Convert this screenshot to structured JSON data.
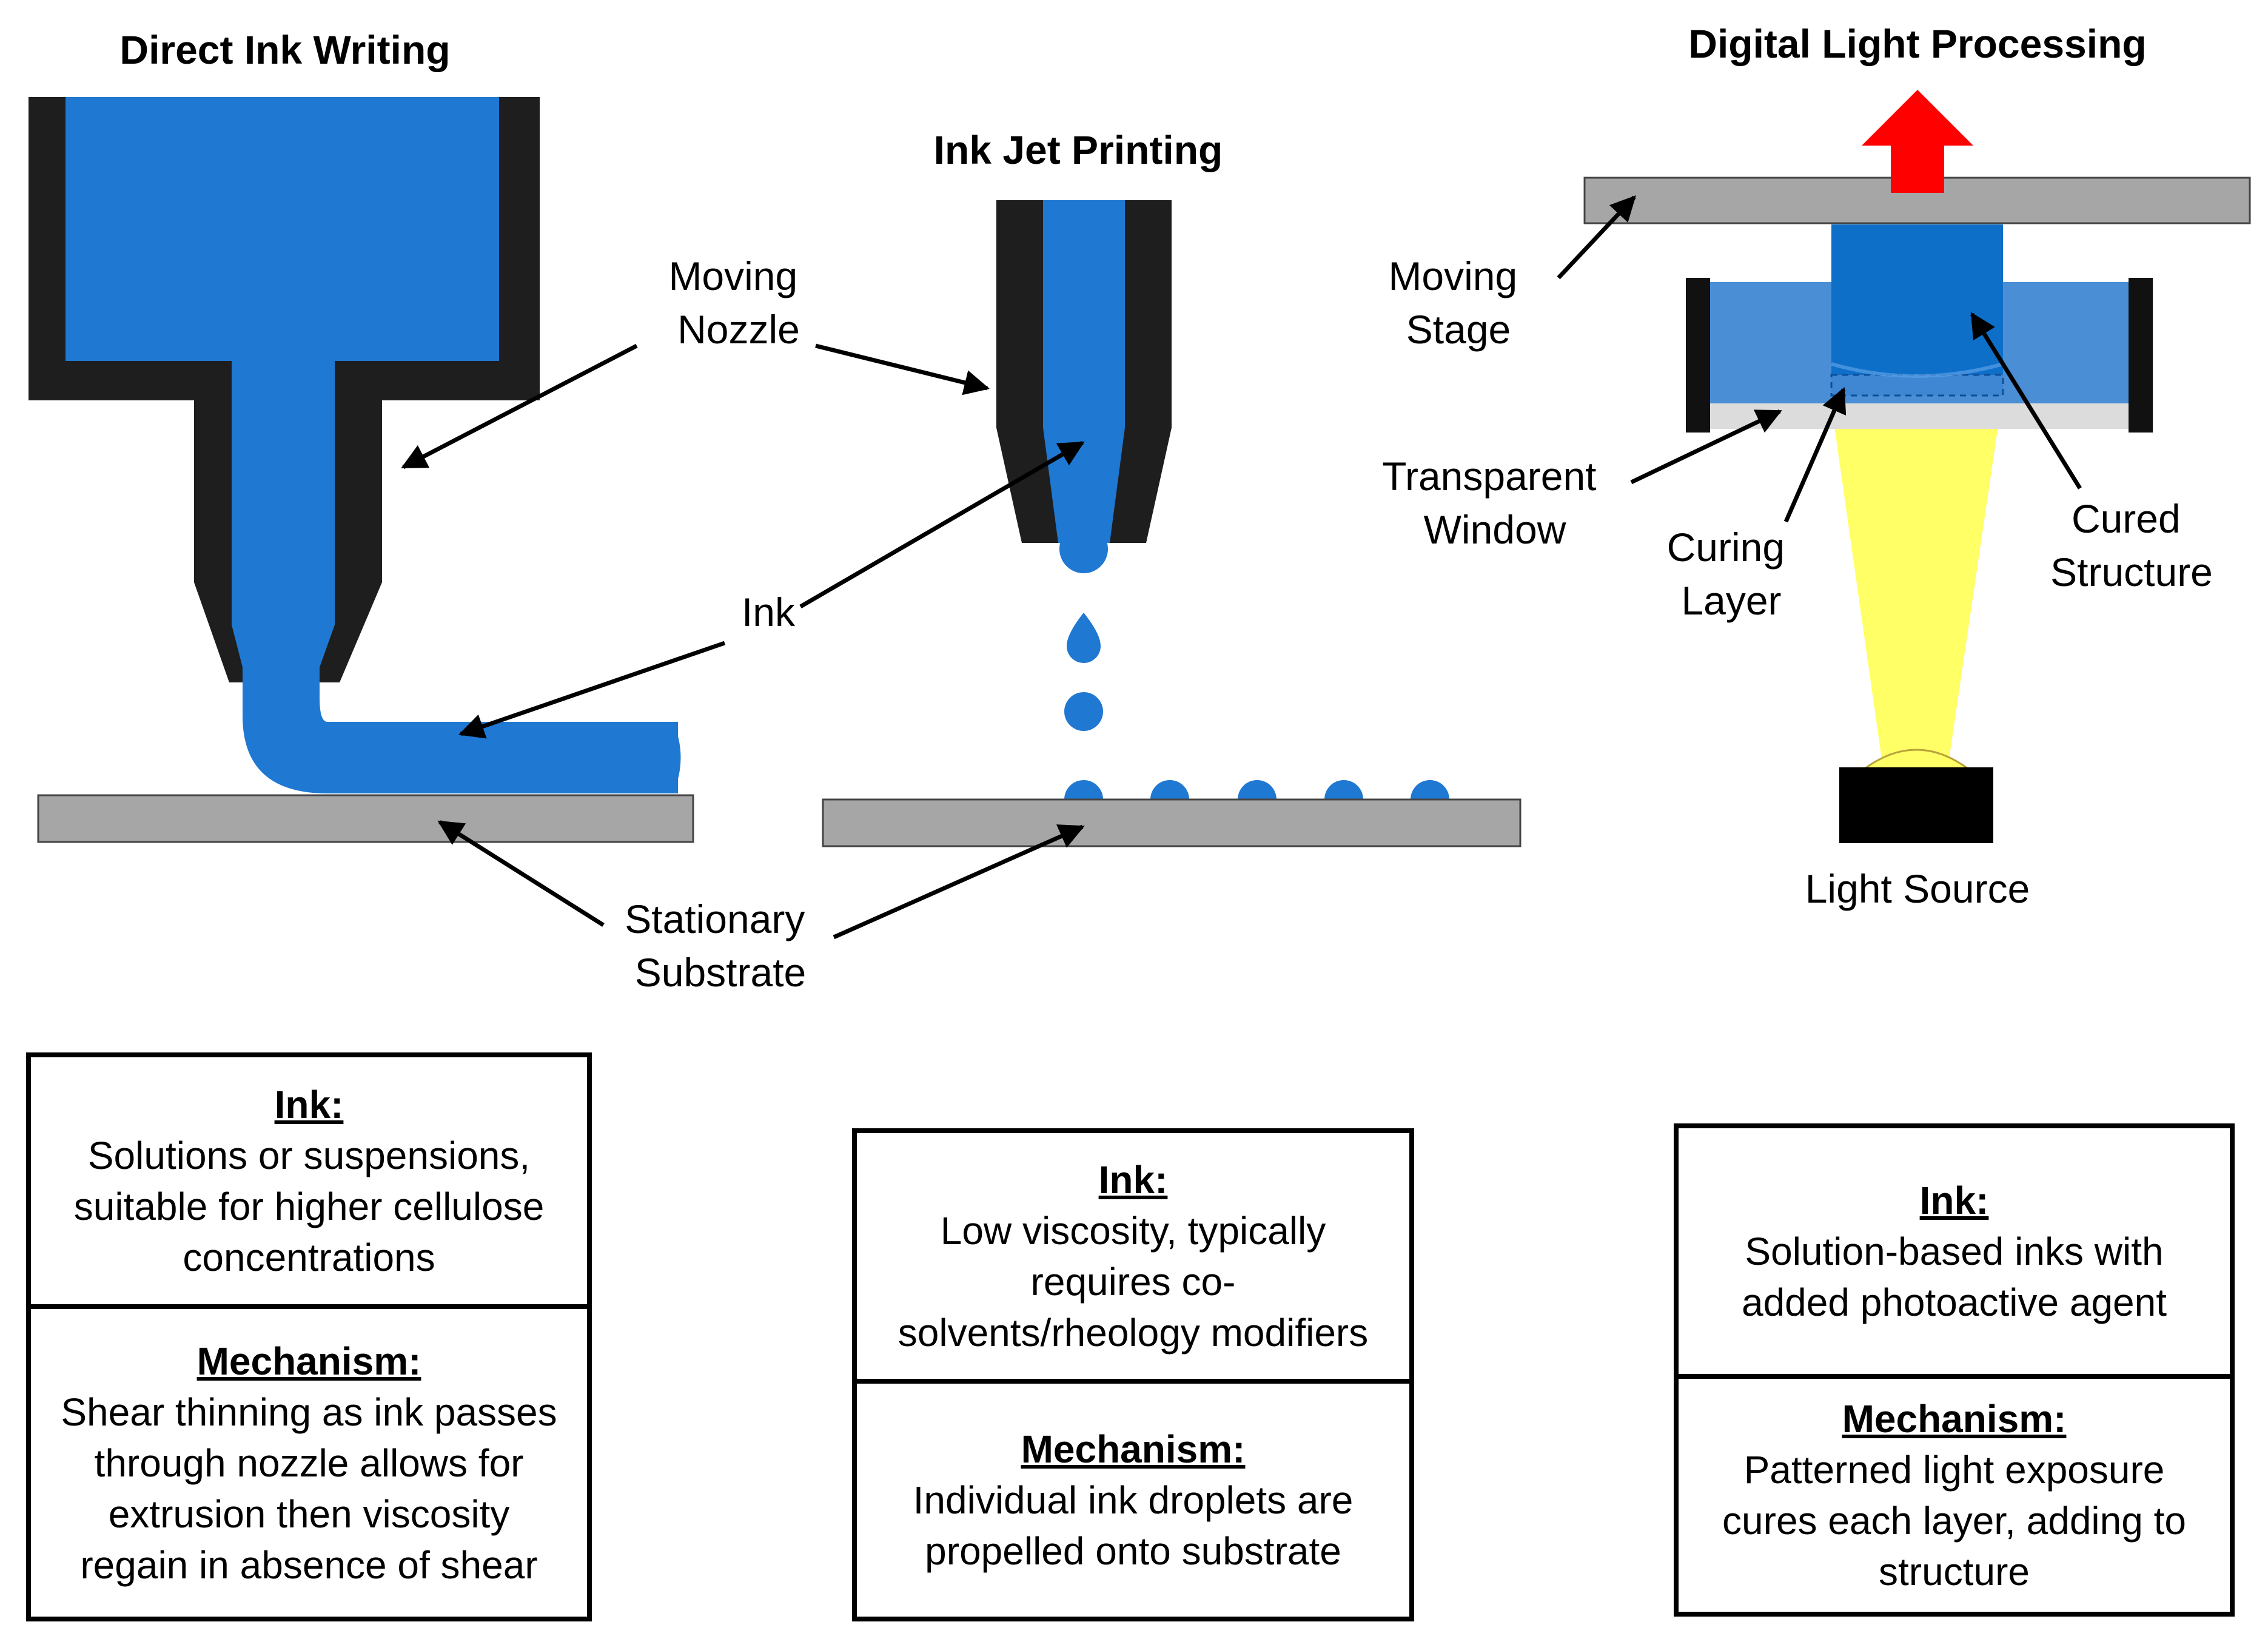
{
  "panels": {
    "diw": {
      "title": "Direct Ink Writing",
      "ink_heading": "Ink:",
      "ink_text": "Solutions or suspensions, suitable for higher cellulose concentrations",
      "mechanism_heading": "Mechanism:",
      "mechanism_text": "Shear thinning as ink passes through nozzle allows for extrusion then viscosity regain in absence of shear"
    },
    "ijp": {
      "title": "Ink Jet Printing",
      "ink_heading": "Ink:",
      "ink_text": "Low viscosity, typically requires co-solvents/rheology modifiers",
      "mechanism_heading": "Mechanism:",
      "mechanism_text": "Individual ink droplets are propelled onto substrate"
    },
    "dlp": {
      "title": "Digital Light Processing",
      "ink_heading": "Ink:",
      "ink_text": "Solution-based inks with added photoactive agent",
      "mechanism_heading": "Mechanism:",
      "mechanism_text": "Patterned light exposure cures each layer, adding to structure"
    }
  },
  "labels": {
    "moving_nozzle": [
      "Moving",
      "Nozzle"
    ],
    "ink": "Ink",
    "stationary_substrate": [
      "Stationary",
      "Substrate"
    ],
    "moving_stage": [
      "Moving",
      "Stage"
    ],
    "transparent_window": [
      "Transparent",
      "Window"
    ],
    "curing_layer": [
      "Curing",
      "Layer"
    ],
    "cured_structure": [
      "Cured",
      "Structure"
    ],
    "light_source": "Light Source"
  },
  "colors": {
    "ink_blue": "#1f78d1",
    "particle": "#cdeccb",
    "nozzle_black": "#1e1e1e",
    "substrate_gray": "#a6a6a6",
    "resin_blue": "#4a8fd6",
    "cured_blue": "#0e6fc9",
    "light_yellow": "#ffff66",
    "up_arrow_red": "#ff0000"
  }
}
